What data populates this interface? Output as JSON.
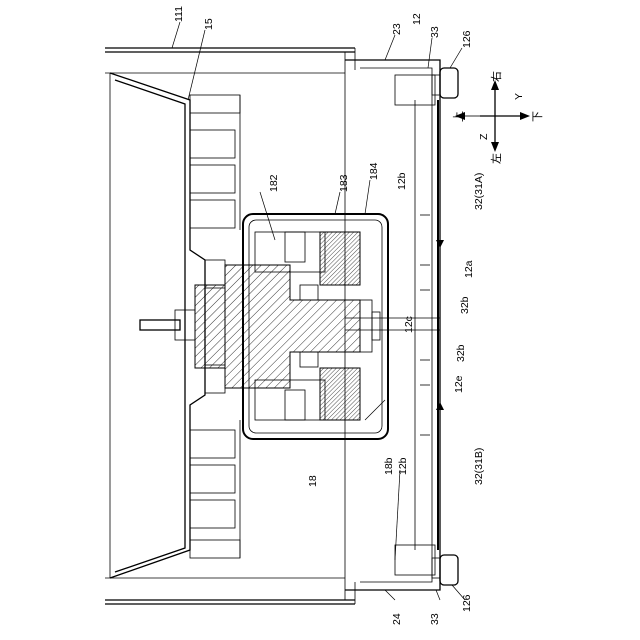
{
  "labels": {
    "l111": "111",
    "l15": "15",
    "l23": "23",
    "l12": "12",
    "l33_top": "33",
    "l126_top": "126",
    "l182": "182",
    "l183": "183",
    "l184": "184",
    "l12b_top": "12b",
    "l32_31A": "32(31A)",
    "l12a": "12a",
    "l32b_a": "32b",
    "l12c": "12c",
    "l32b_b": "32b",
    "l12e": "12e",
    "l18b": "18b",
    "l12b_bottom": "12b",
    "l18": "18",
    "l32_31B": "32(31B)",
    "l24": "24",
    "l33_bottom": "33",
    "l126_bottom": "126"
  },
  "axes": {
    "right": "右",
    "up": "上",
    "y": "Y",
    "z": "Z",
    "down": "下",
    "left": "左"
  }
}
